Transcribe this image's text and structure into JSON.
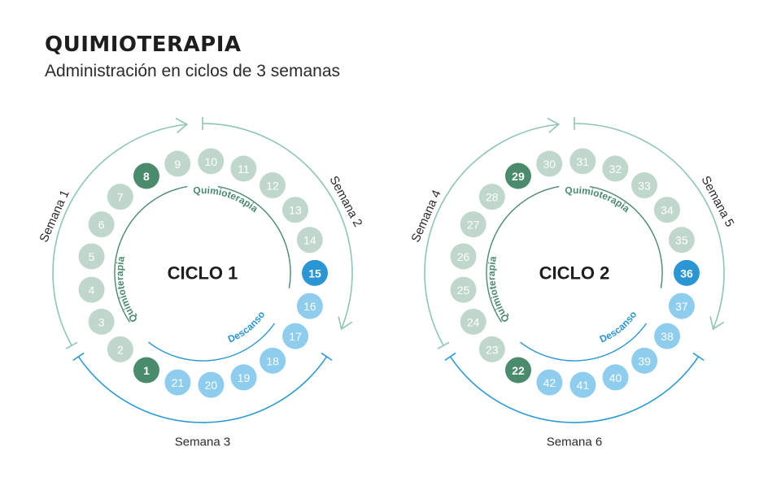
{
  "header": {
    "title": "QUIMIOTERAPIA",
    "subtitle": "Administración en ciclos de 3 semanas"
  },
  "colors": {
    "chemo_dark": "#4a8b6c",
    "chemo_light": "#bfd8cb",
    "rest_dark": "#2a96d4",
    "rest_light": "#8ecdee",
    "light_text": "#ffffff",
    "arrow_green": "#8ec7ad",
    "arrow_blue": "#2a9bd6"
  },
  "arc_labels": {
    "chemo": "Quimioterapia",
    "rest": "Descanso"
  },
  "cycles": [
    {
      "label": "CICLO 1",
      "week_labels": [
        "Semana 1",
        "Semana 2",
        "Semana 3"
      ],
      "days": [
        {
          "n": "1",
          "type": "chemo",
          "bold": true
        },
        {
          "n": "2",
          "type": "chemo"
        },
        {
          "n": "3",
          "type": "chemo"
        },
        {
          "n": "4",
          "type": "chemo"
        },
        {
          "n": "5",
          "type": "chemo"
        },
        {
          "n": "6",
          "type": "chemo"
        },
        {
          "n": "7",
          "type": "chemo"
        },
        {
          "n": "8",
          "type": "chemo",
          "bold": true
        },
        {
          "n": "9",
          "type": "chemo"
        },
        {
          "n": "10",
          "type": "chemo"
        },
        {
          "n": "11",
          "type": "chemo"
        },
        {
          "n": "12",
          "type": "chemo"
        },
        {
          "n": "13",
          "type": "chemo"
        },
        {
          "n": "14",
          "type": "chemo"
        },
        {
          "n": "15",
          "type": "rest",
          "bold": true
        },
        {
          "n": "16",
          "type": "rest"
        },
        {
          "n": "17",
          "type": "rest"
        },
        {
          "n": "18",
          "type": "rest"
        },
        {
          "n": "19",
          "type": "rest"
        },
        {
          "n": "20",
          "type": "rest"
        },
        {
          "n": "21",
          "type": "rest"
        }
      ]
    },
    {
      "label": "CICLO 2",
      "week_labels": [
        "Semana 4",
        "Semana 5",
        "Semana 6"
      ],
      "days": [
        {
          "n": "22",
          "type": "chemo",
          "bold": true
        },
        {
          "n": "23",
          "type": "chemo"
        },
        {
          "n": "24",
          "type": "chemo"
        },
        {
          "n": "25",
          "type": "chemo"
        },
        {
          "n": "26",
          "type": "chemo"
        },
        {
          "n": "27",
          "type": "chemo"
        },
        {
          "n": "28",
          "type": "chemo"
        },
        {
          "n": "29",
          "type": "chemo",
          "bold": true
        },
        {
          "n": "30",
          "type": "chemo"
        },
        {
          "n": "31",
          "type": "chemo"
        },
        {
          "n": "32",
          "type": "chemo"
        },
        {
          "n": "33",
          "type": "chemo"
        },
        {
          "n": "34",
          "type": "chemo"
        },
        {
          "n": "35",
          "type": "chemo"
        },
        {
          "n": "36",
          "type": "rest",
          "bold": true
        },
        {
          "n": "37",
          "type": "rest"
        },
        {
          "n": "38",
          "type": "rest"
        },
        {
          "n": "39",
          "type": "rest"
        },
        {
          "n": "40",
          "type": "rest"
        },
        {
          "n": "41",
          "type": "rest"
        },
        {
          "n": "42",
          "type": "rest"
        }
      ]
    }
  ]
}
